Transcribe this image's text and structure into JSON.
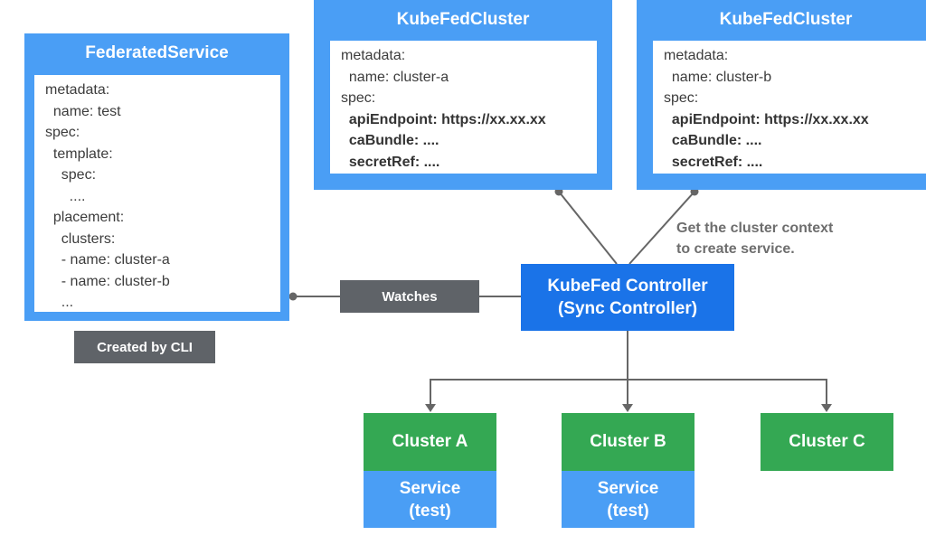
{
  "federated_service": {
    "title": "FederatedService",
    "lines": [
      "metadata:",
      "  name: test",
      "spec:",
      "  template:",
      "    spec:",
      "      ....",
      "  placement:",
      "    clusters:",
      "    - name: cluster-a",
      "    - name: cluster-b",
      "    ..."
    ]
  },
  "kubefed_cluster_a": {
    "title": "KubeFedCluster",
    "lines": [
      "metadata:",
      "  name: cluster-a",
      "spec:"
    ],
    "bold_lines": [
      "  apiEndpoint: https://xx.xx.xx",
      "  caBundle: ....",
      "  secretRef: ...."
    ]
  },
  "kubefed_cluster_b": {
    "title": "KubeFedCluster",
    "lines": [
      "metadata:",
      "  name: cluster-b",
      "spec:"
    ],
    "bold_lines": [
      "  apiEndpoint: https://xx.xx.xx",
      "  caBundle: ....",
      "  secretRef: ...."
    ]
  },
  "created_by": "Created by CLI",
  "watches": "Watches",
  "controller": {
    "line1": "KubeFed Controller",
    "line2": "(Sync Controller)"
  },
  "note": {
    "line1": "Get the cluster context",
    "line2": "to create service."
  },
  "clusters": {
    "a": {
      "label": "Cluster A",
      "service": "Service",
      "service_name": "(test)"
    },
    "b": {
      "label": "Cluster B",
      "service": "Service",
      "service_name": "(test)"
    },
    "c": {
      "label": "Cluster C"
    }
  },
  "colors": {
    "blue": "#4a9ef5",
    "controller_blue": "#1a73e8",
    "green": "#34a853",
    "gray": "#5f6368"
  }
}
